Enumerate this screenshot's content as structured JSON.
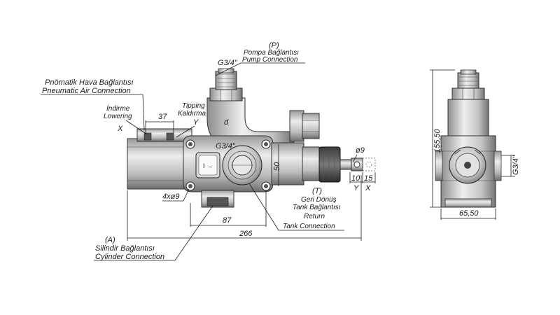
{
  "labels": {
    "pump_code": "(P)",
    "pump_tr": "Pompa Bağlantısı",
    "pump_en": "Pump Connection",
    "pump_thread": "G3/4\"",
    "pneumatic_tr": "Pnömatik Hava Bağlantısı",
    "pneumatic_en": "Pneumatic Air Connection",
    "lowering_tr": "İndirme",
    "lowering_en": "Lowering",
    "lowering_code": "X",
    "tipping_tr": "Tipping",
    "tipping_en": "Kaldırma",
    "tipping_code": "Y",
    "center_thread": "G3/4\"",
    "mark_d": "d",
    "return_code": "(T)",
    "return_tr1": "Geri Dönüş",
    "return_tr2": "Tank Bağlantısı",
    "return_en1": "Return",
    "return_en2": "Tank Connection",
    "cylinder_code": "(A)",
    "cylinder_tr": "Silindir Bağlantısı",
    "cylinder_en": "Cylinder Connection",
    "holes": "4xø9",
    "pin_dia": "ø9",
    "end_x": "X",
    "end_y": "Y",
    "side_thread": "G3/4\""
  },
  "dimensions": {
    "d37": "37",
    "d50": "50",
    "d87": "87",
    "d266": "266",
    "d10": "10",
    "d15": "15",
    "d155": "155,50",
    "d65": "65,50"
  },
  "colors": {
    "metal_light": "#e4e4e4",
    "metal_mid": "#a8a8a8",
    "metal_dark": "#5a5a5a",
    "seal_black": "#1c1c1c",
    "line": "#1a1a1a"
  }
}
